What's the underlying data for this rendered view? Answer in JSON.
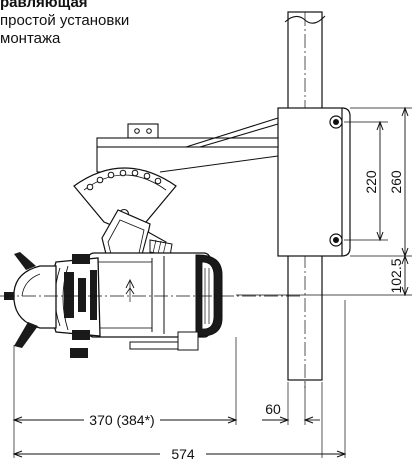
{
  "caption": {
    "line1": "равляющая",
    "line2": "простой установки",
    "line3": "монтажа"
  },
  "dimensions": {
    "height_260": "260",
    "height_220": "220",
    "height_102_5": "102.5",
    "width_60": "60",
    "width_370": "370 (384*)",
    "width_574": "574"
  },
  "colors": {
    "line": "#111111",
    "fill_dark": "#1a1a1a",
    "fill_light": "#ffffff"
  }
}
